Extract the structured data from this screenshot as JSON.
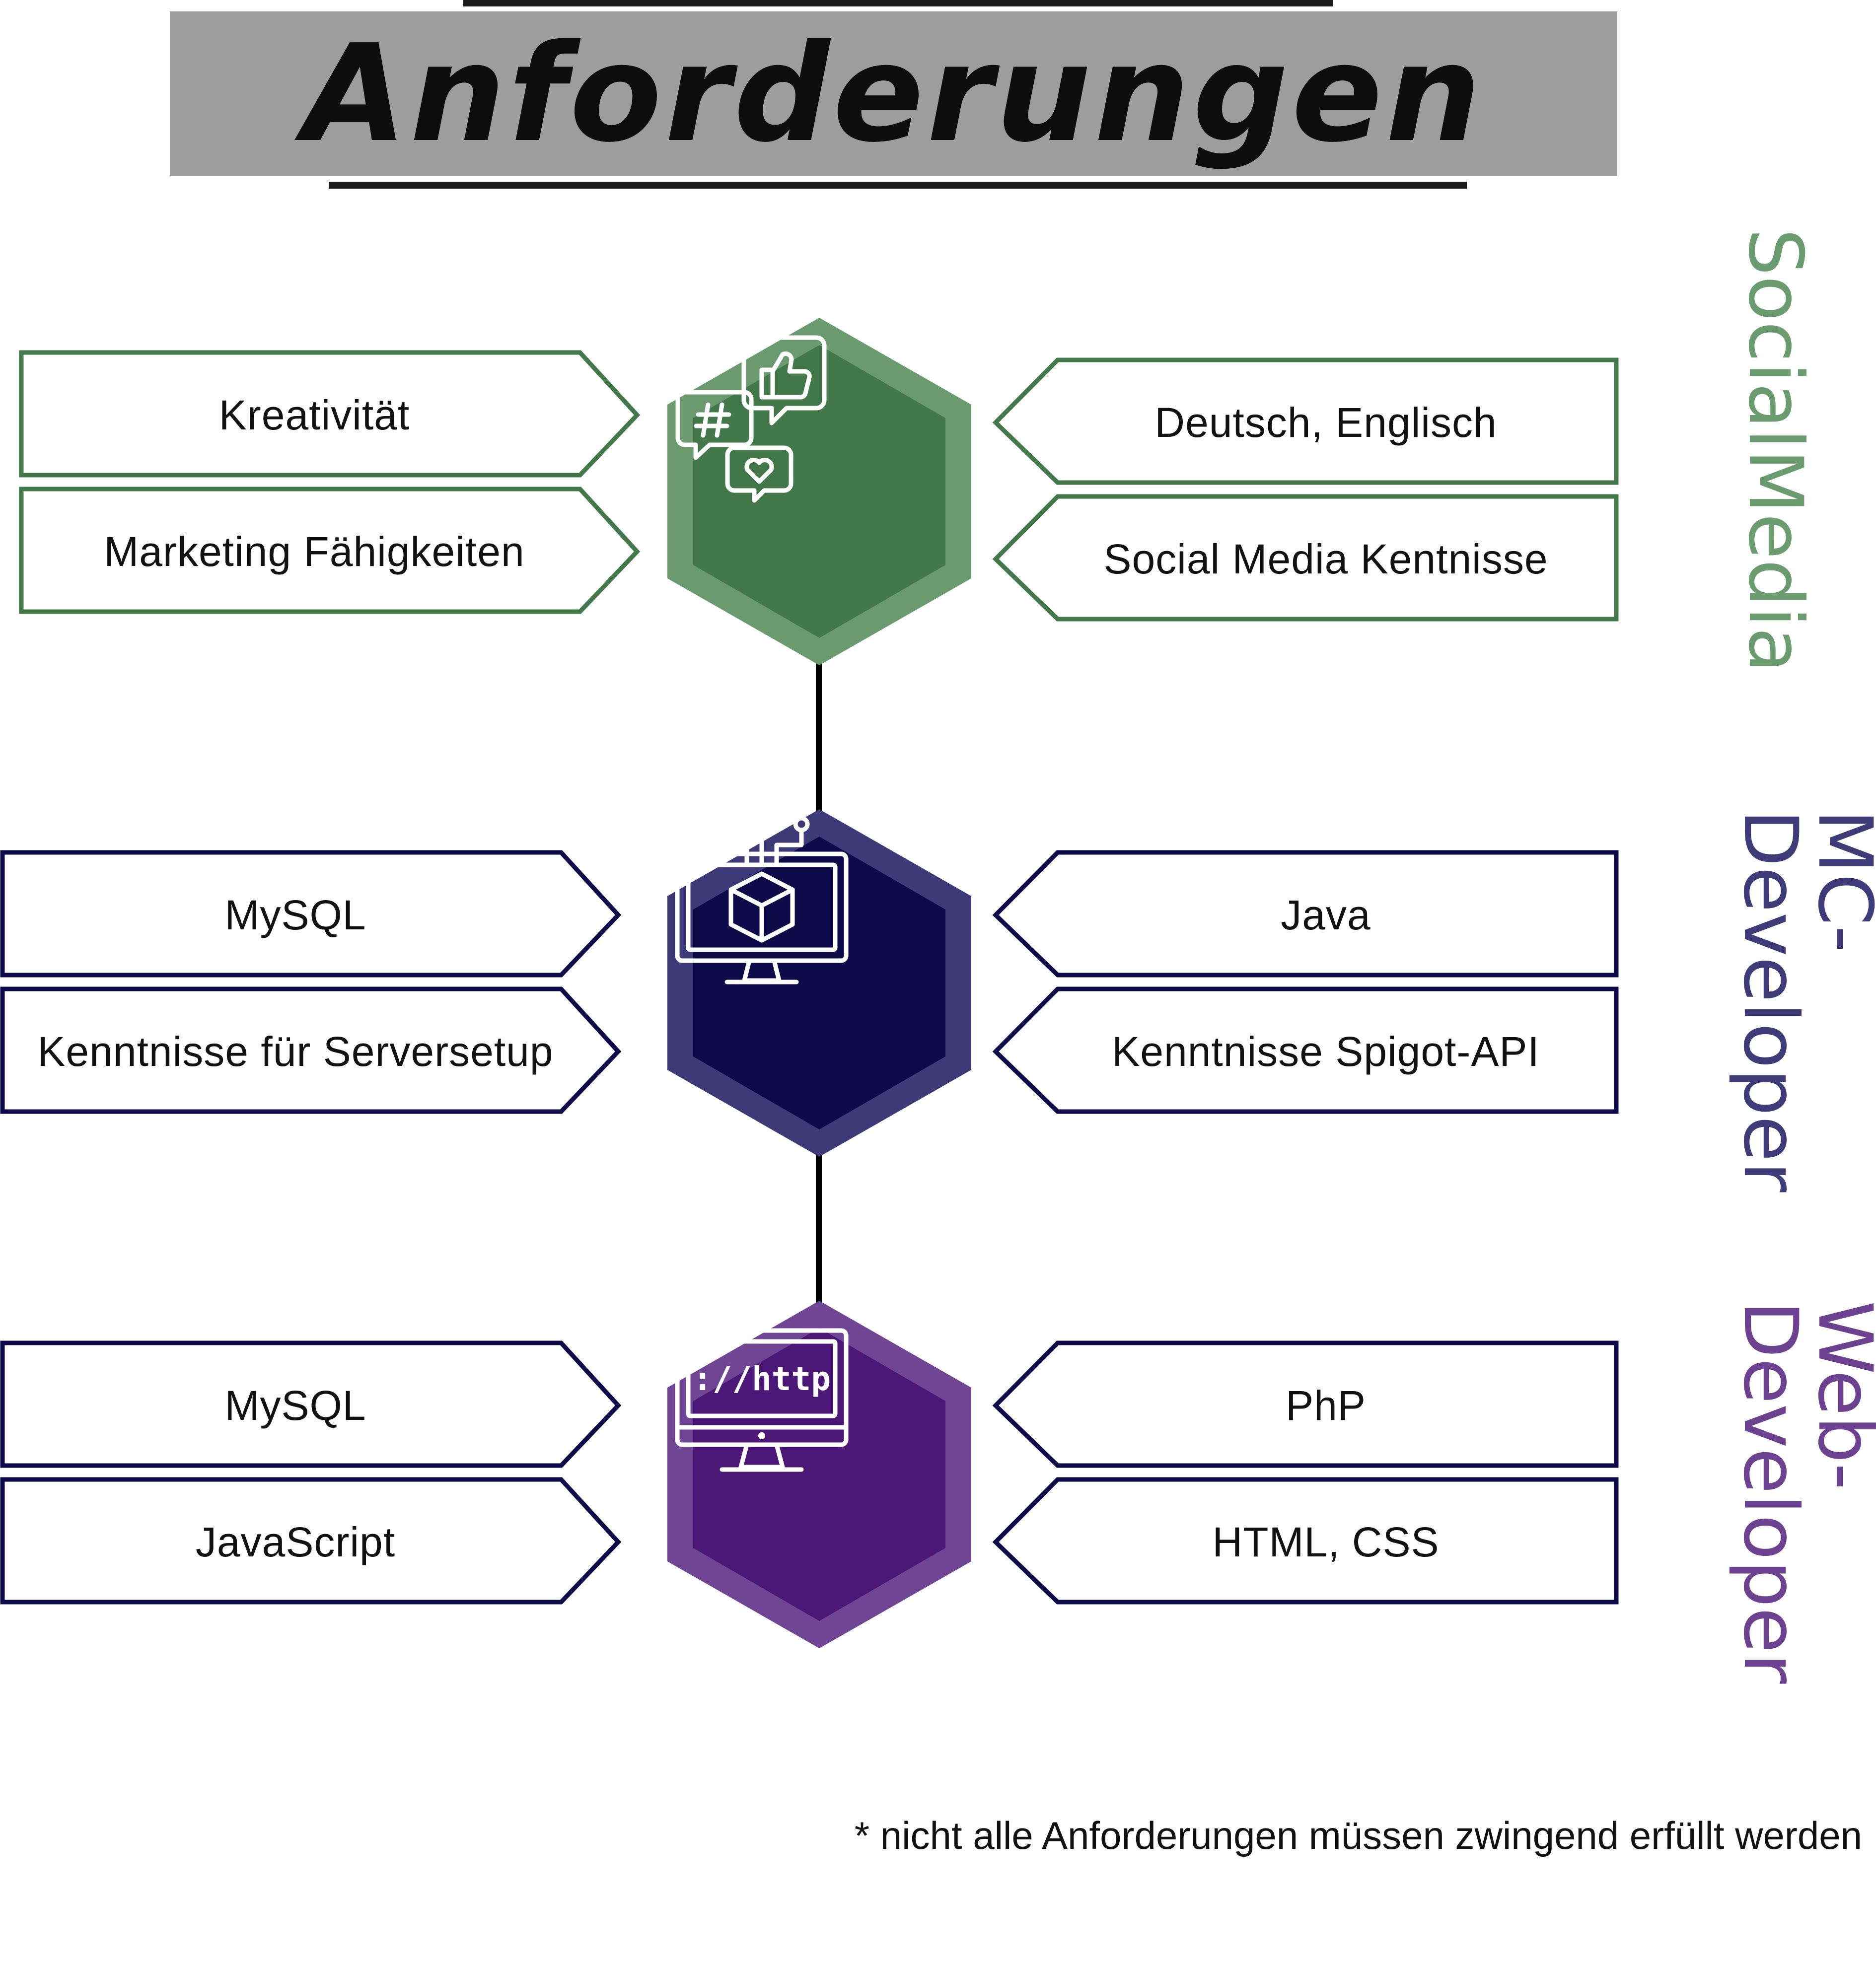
{
  "title": "Anforderungen",
  "colors": {
    "social_dark": "#43794a",
    "social_light": "#6a9a6e",
    "mc_dark": "#0e0a4a",
    "mc_light": "#3e3977",
    "web_dark": "#4c1877",
    "web_light": "#6f4594",
    "title_bar": "#9d9d9d",
    "social_label": "#6b9c6f",
    "mc_label": "#3f3a78",
    "web_label": "#6c4190"
  },
  "sections": [
    {
      "name": "SocialMedia",
      "icon": "social-media-chat-icon",
      "left": [
        "Kreativität",
        "Marketing Fähigkeiten"
      ],
      "right": [
        "Deutsch, Englisch",
        "Social Media Kentnisse"
      ]
    },
    {
      "name": "MC-\nDeveloper",
      "icon": "monitor-cube-icon",
      "left": [
        "MySQL",
        "Kenntnisse für Serversetup"
      ],
      "right": [
        "Java",
        "Kenntnisse Spigot-API"
      ]
    },
    {
      "name": "Web-\nDeveloper",
      "icon": "monitor-http-icon",
      "left": [
        "MySQL",
        "JavaScript"
      ],
      "right": [
        "PhP",
        "HTML, CSS"
      ]
    }
  ],
  "http_text": "://http",
  "footnote": "* nicht alle Anforderungen müssen zwingend erfüllt werden"
}
